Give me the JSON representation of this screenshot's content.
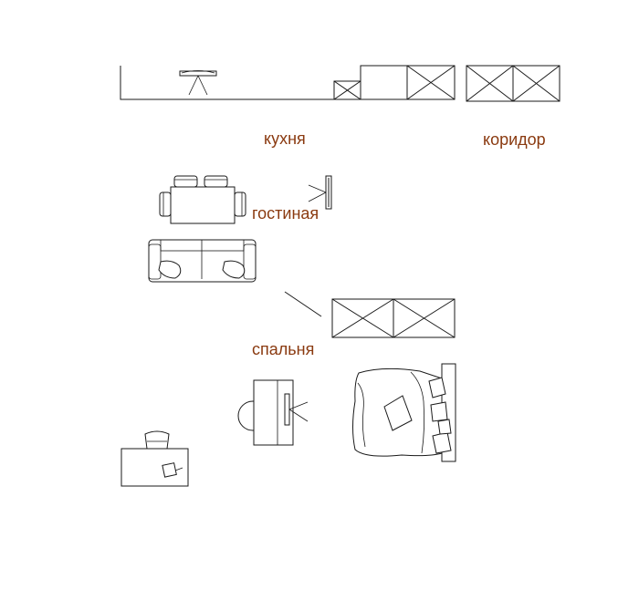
{
  "rooms": {
    "kitchen": "кухня",
    "corridor": "коридор",
    "living_room": "гостиная",
    "bedroom": "спальня"
  },
  "colors": {
    "label": "#8a3a10",
    "line": "#1a1a1a",
    "background": "#ffffff"
  }
}
